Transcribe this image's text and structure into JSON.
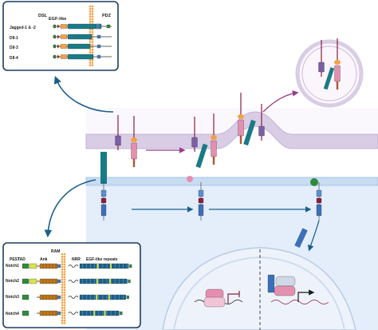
{
  "ligands_panel": {
    "header_dsl": "DSL",
    "header_egf": "EGF-like",
    "header_pdz": "PDZ",
    "rows": [
      {
        "label": "Jagged-1 & -2"
      },
      {
        "label": "Dll-1"
      },
      {
        "label": "Dll-3"
      },
      {
        "label": "Dll-4"
      }
    ]
  },
  "receptors_panel": {
    "header_pest": "PEST",
    "header_tad": "TAD",
    "header_ank": "Ank",
    "header_ram": "RAM",
    "header_nrr": "NRR",
    "header_egf": "EGF-like repeats",
    "rows": [
      {
        "label": "Notch1",
        "tad": "TAD"
      },
      {
        "label": "Notch2",
        "tad": "TAD"
      },
      {
        "label": "Notch3",
        "tad": ""
      },
      {
        "label": "Notch4",
        "tad": ""
      }
    ]
  },
  "colors": {
    "outer_membrane": "#d9cde6",
    "lower_cell": "#e4eefb",
    "nucleus": "#eef3fb",
    "panel_border": "#1b3d63",
    "arrow_purple": "#9b3c8a",
    "arrow_blue": "#1b5f8c",
    "egf_teal": "#1a7a86",
    "orange": "#f4a142",
    "purple": "#7a5fa8",
    "pink": "#e58fb0",
    "crimson": "#8c1d3c",
    "blue": "#3c7fc0",
    "green": "#2e8b3c"
  }
}
